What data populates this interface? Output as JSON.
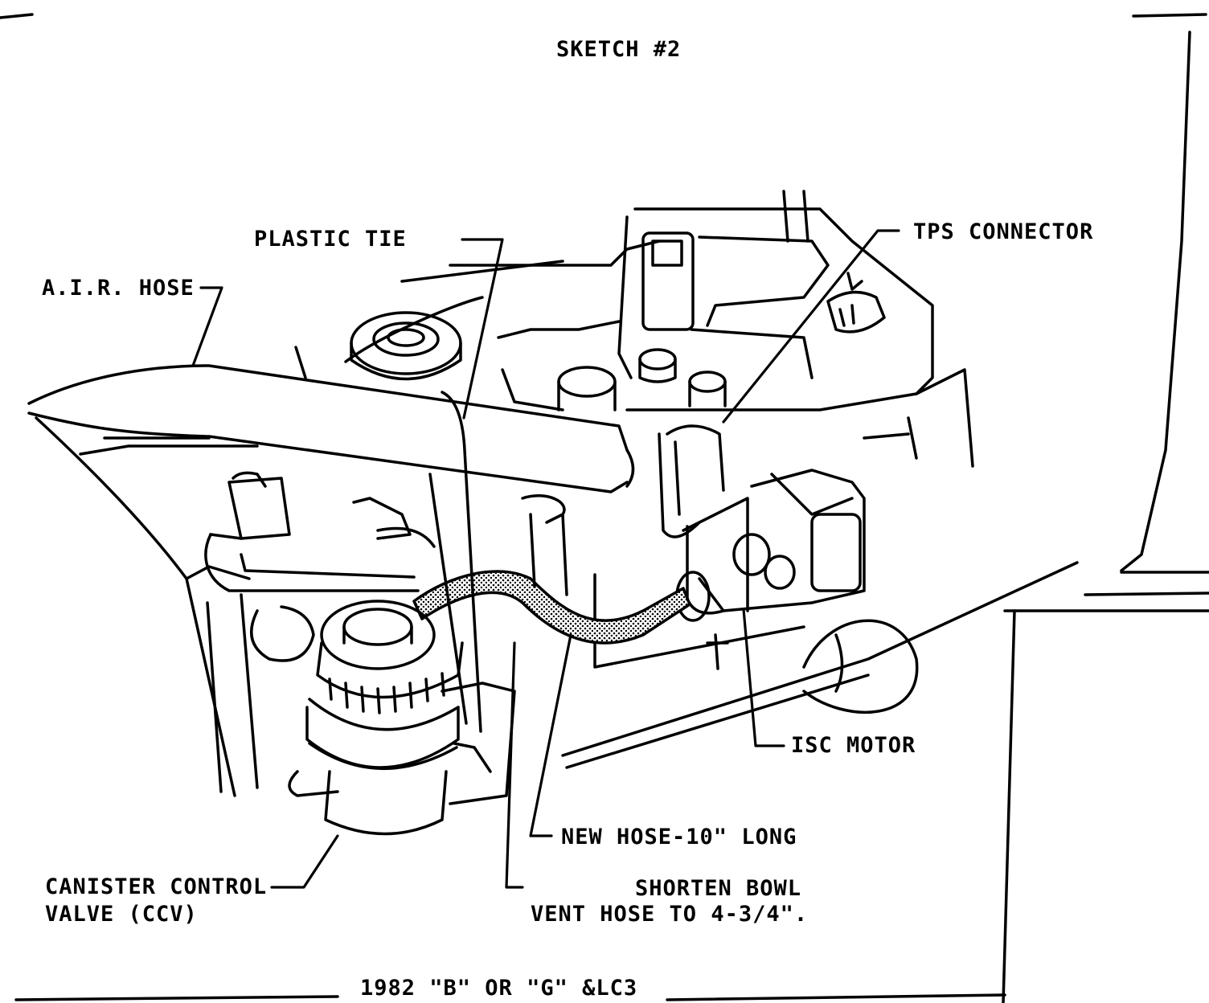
{
  "title": "SKETCH #2",
  "labels": {
    "plastic_tie": "PLASTIC TIE",
    "air_hose": "A.I.R. HOSE",
    "tps_connector": "TPS CONNECTOR",
    "isc_motor": "ISC MOTOR",
    "new_hose": "NEW HOSE-10\" LONG",
    "ccv_line1": "CANISTER CONTROL",
    "ccv_line2": "VALVE (CCV)",
    "bowl_line1": "SHORTEN BOWL",
    "bowl_line2": "VENT HOSE TO 4-3/4\"."
  },
  "footer": "1982 \"B\" OR \"G\" &LC3",
  "colors": {
    "ink": "#000000",
    "paper": "#ffffff",
    "hose_fill": "#bdbdbd"
  }
}
